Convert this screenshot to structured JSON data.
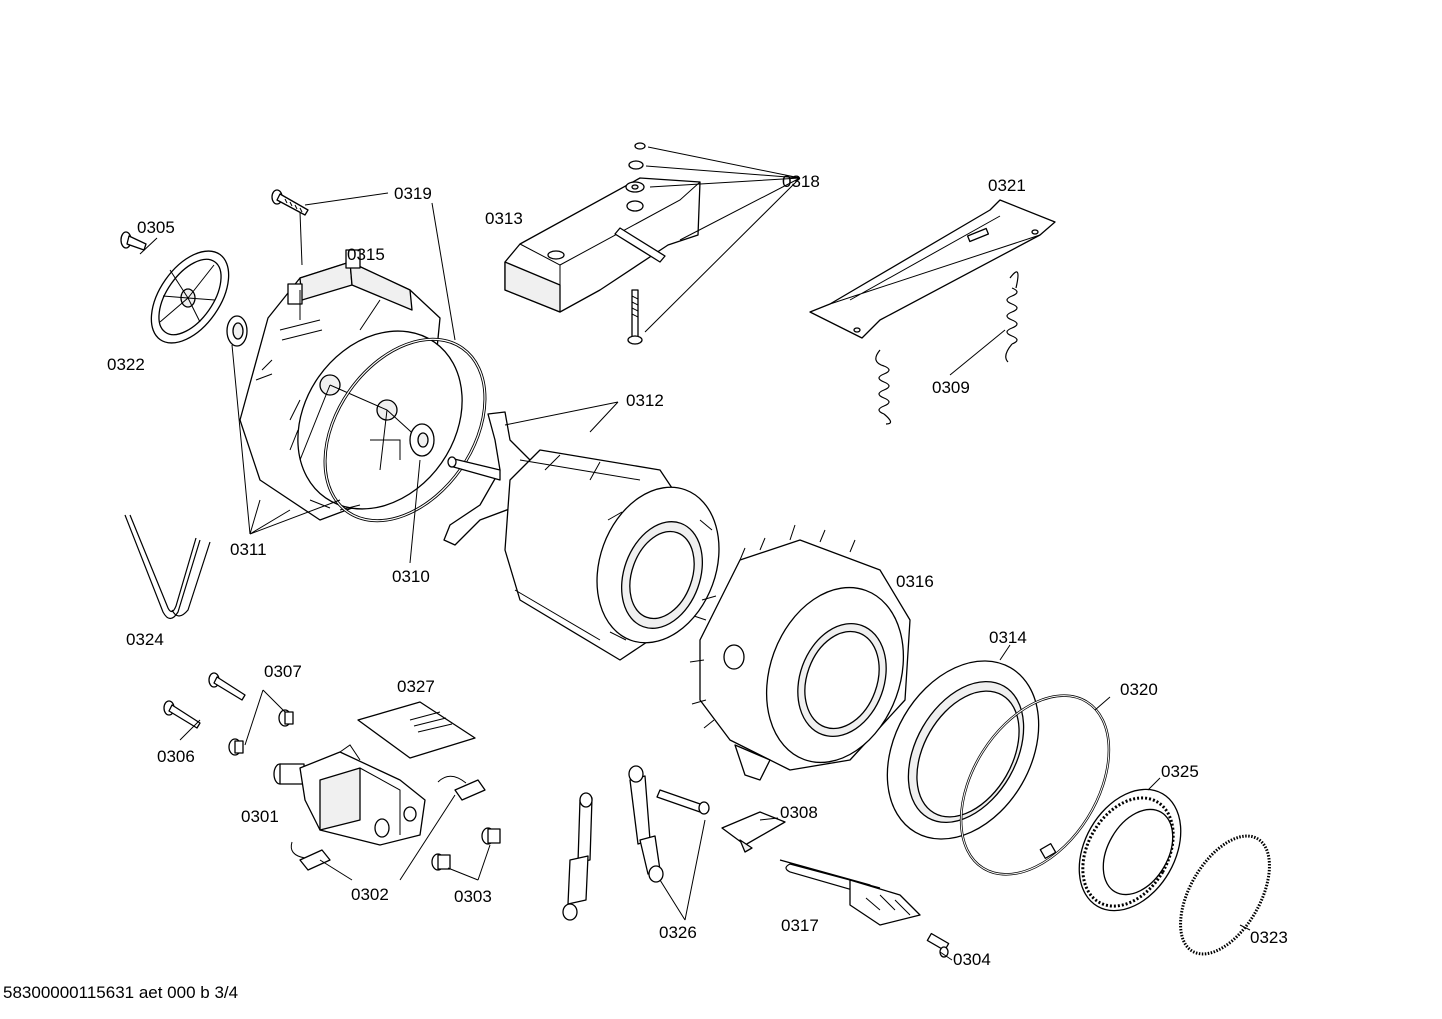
{
  "labels": {
    "p0301": "0301",
    "p0302": "0302",
    "p0303": "0303",
    "p0304": "0304",
    "p0305": "0305",
    "p0306": "0306",
    "p0307": "0307",
    "p0308": "0308",
    "p0309": "0309",
    "p0310": "0310",
    "p0311": "0311",
    "p0312": "0312",
    "p0313": "0313",
    "p0314": "0314",
    "p0315": "0315",
    "p0316": "0316",
    "p0317": "0317",
    "p0318": "0318",
    "p0319": "0319",
    "p0320": "0320",
    "p0321": "0321",
    "p0322": "0322",
    "p0323": "0323",
    "p0324": "0324",
    "p0325": "0325",
    "p0326": "0326",
    "p0327": "0327"
  },
  "footer": "58300000115631 aet 000 b 3/4"
}
